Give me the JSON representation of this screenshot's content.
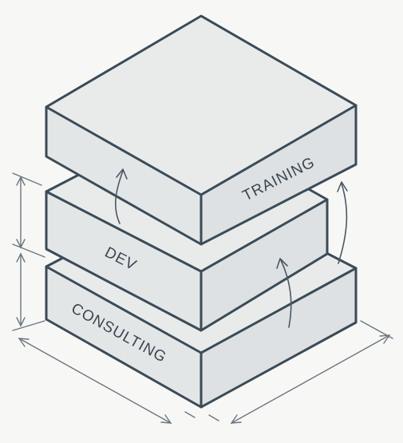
{
  "diagram": {
    "layers": [
      {
        "id": "training",
        "label": "TRAINING"
      },
      {
        "id": "dev",
        "label": "DEV"
      },
      {
        "id": "consulting",
        "label": "CONSULTING"
      }
    ]
  }
}
